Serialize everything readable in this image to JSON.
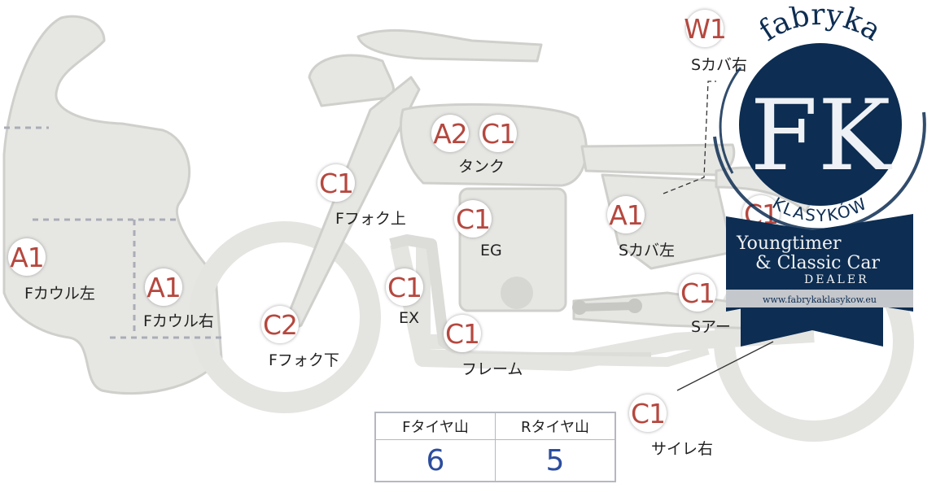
{
  "parts": [
    {
      "grade": "W1",
      "label": "Sカバ右"
    },
    {
      "grade": "A2",
      "label": ""
    },
    {
      "grade": "C1",
      "label": "タンク"
    },
    {
      "grade": "C1",
      "label": "Fフォク上"
    },
    {
      "grade": "C1",
      "label": "EG"
    },
    {
      "grade": "A1",
      "label": "Sカバ左"
    },
    {
      "grade": "C1",
      "label": ""
    },
    {
      "grade": "A1",
      "label": "Fカウル左"
    },
    {
      "grade": "A1",
      "label": "Fカウル右"
    },
    {
      "grade": "C1",
      "label": "EX"
    },
    {
      "grade": "C1",
      "label": "Sアー"
    },
    {
      "grade": "C2",
      "label": "Fフォク下"
    },
    {
      "grade": "C1",
      "label": "フレーム"
    },
    {
      "grade": "C1",
      "label": "サイレ右"
    }
  ],
  "tires": {
    "headers": [
      "Fタイヤ山",
      "Rタイヤ山"
    ],
    "values": [
      "6",
      "5"
    ]
  },
  "watermark": {
    "top_text": "fabryka",
    "monogram": "FK",
    "bottom_text": "KLASYKÓW",
    "line1": "Youngtimer",
    "line2": "& Classic Car",
    "line3": "DEALER",
    "url": "www.fabrykaklasykow.eu"
  },
  "colors": {
    "grade_text": "#b5483f",
    "tire_value": "#2c4d9e",
    "body_fill": "#e6e6e3",
    "body_stroke": "#cfcfcc",
    "navy": "#0d2d52"
  }
}
